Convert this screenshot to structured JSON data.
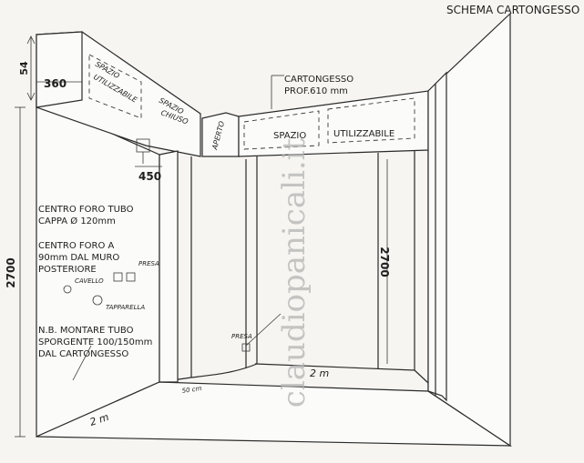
{
  "header": {
    "title": "SCHEMA CARTONGESSO"
  },
  "dimensions": {
    "height_left": "2700",
    "height_center": "2700",
    "top_54": "54",
    "depth_360": "360",
    "depth_450": "450",
    "floor_left": "2 m",
    "floor_right": "2 m",
    "curve_50": "50 cm"
  },
  "labels": {
    "cartongesso": "CARTONGESSO",
    "prof": "PROF.610 mm",
    "spazio": "SPAZIO",
    "utilizzabile": "UTILIZZABILE",
    "spazio_utilizzabile_left_1": "SPAZIO",
    "spazio_utilizzabile_left_2": "UTILIZZABILE",
    "spazio_chiuso_1": "SPAZIO",
    "spazio_chiuso_2": "CHIUSO",
    "aperto": "APERTO",
    "presa": "PRESA",
    "presa_2": "PRESA",
    "cavello": "CAVELLO",
    "tapparella": "TAPPARELLA"
  },
  "notes": {
    "line1": "CENTRO FORO TUBO",
    "line2": "CAPPA Ø 120mm",
    "line3": "CENTRO FORO A",
    "line4": "90mm DAL MURO",
    "line5": "POSTERIORE",
    "line6": "N.B. MONTARE TUBO",
    "line7": "SPORGENTE 100/150mm",
    "line8": "DAL CARTONGESSO"
  },
  "watermark": {
    "text": "claudiopanicali.it"
  }
}
